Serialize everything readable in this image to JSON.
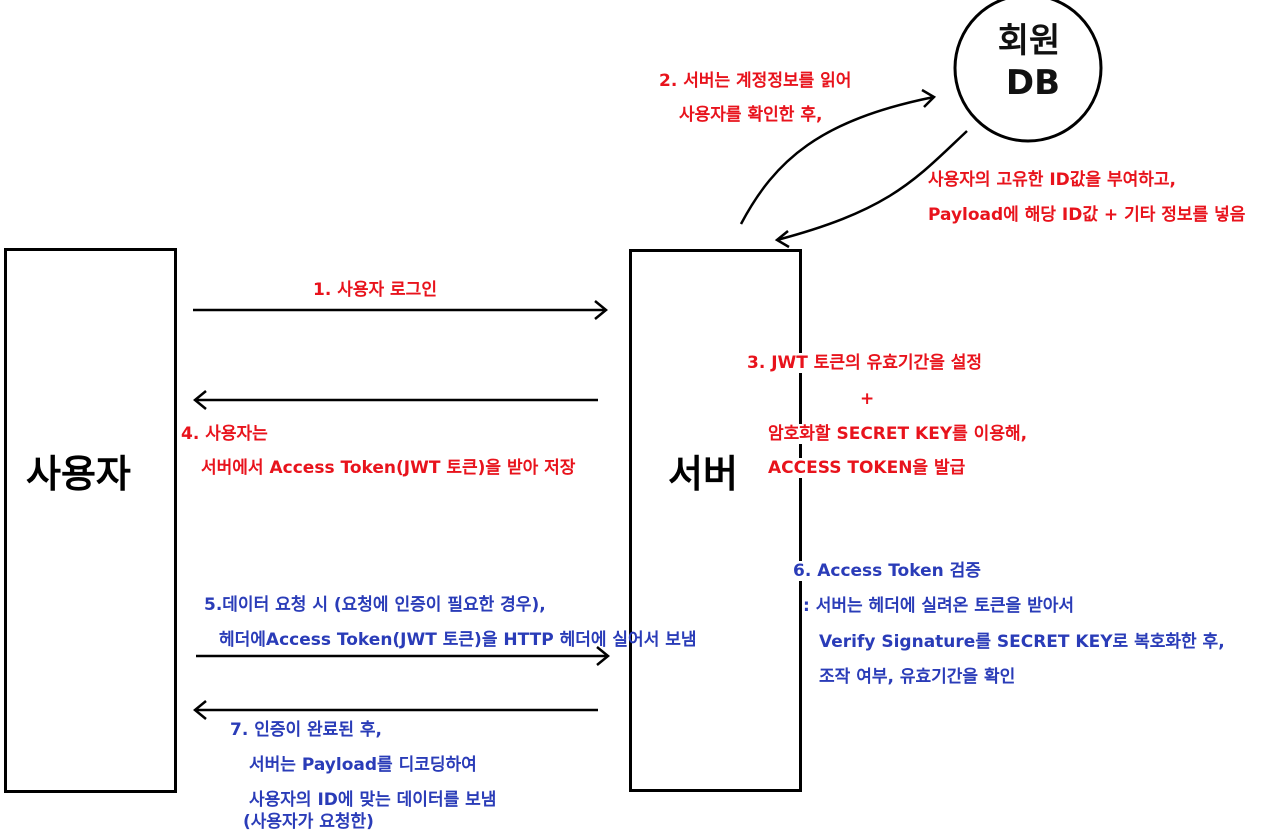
{
  "nodes": {
    "user": "사용자",
    "server": "서버",
    "db_line1": "회원",
    "db_line2": "DB"
  },
  "steps": {
    "s1": "1. 사용자 로그인",
    "s2_l1": "2. 서버는 계정정보를 읽어",
    "s2_l2": "사용자를 확인한 후,",
    "db_l1": "사용자의 고유한 ID값을 부여하고,",
    "db_l2": "Payload에 해당 ID값 + 기타 정보를 넣음",
    "s3_l1": "3. JWT 토큰의 유효기간을 설정",
    "s3_plus": "+",
    "s3_l2": "암호화할 SECRET KEY를 이용해,",
    "s3_l3": "ACCESS TOKEN을 발급",
    "s4_l1": "4. 사용자는",
    "s4_l2": "서버에서 Access Token(JWT 토큰)을 받아 저장",
    "s5_l1": "5.데이터 요청 시 (요청에 인증이 필요한 경우),",
    "s5_l2": "헤더에Access Token(JWT 토큰)을 HTTP 헤더에 실어서 보냄",
    "s6_l1": "6. Access Token 검증",
    "s6_l2": ": 서버는 헤더에 실려온 토큰을 받아서",
    "s6_l3": "Verify Signature를 SECRET KEY로 복호화한 후,",
    "s6_l4": "조작 여부, 유효기간을 확인",
    "s7_l1": "7. 인증이 완료된 후,",
    "s7_l2": "서버는 Payload를 디코딩하여",
    "s7_l3": "사용자의 ID에 맞는 데이터를 보냄",
    "s7_l4": "(사용자가 요청한)"
  },
  "colors": {
    "red": "#e8131c",
    "blue": "#2a3cb8",
    "line": "#000000"
  }
}
